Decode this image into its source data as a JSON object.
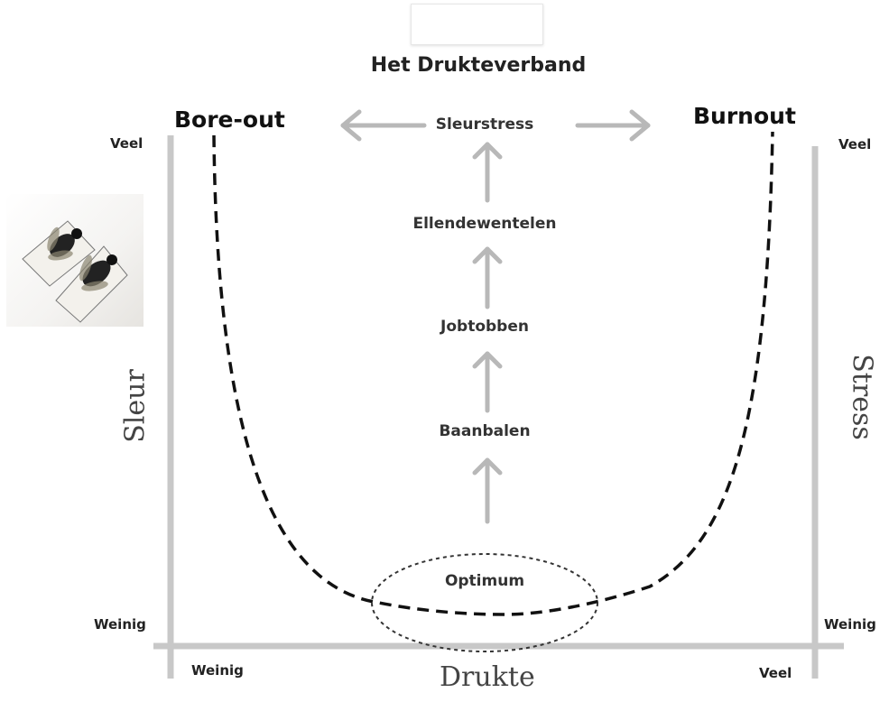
{
  "diagram": {
    "title": "Het Drukteverband",
    "left_extreme": "Bore-out",
    "right_extreme": "Burnout",
    "top_center": "Sleurstress",
    "steps": [
      "Ellendewentelen",
      "Jobtobben",
      "Baanbalen"
    ],
    "bottom_center": "Optimum",
    "left_axis": {
      "label": "Sleur",
      "top": "Veel",
      "bottom": "Weinig"
    },
    "right_axis": {
      "label": "Stress",
      "top": "Veel",
      "bottom": "Weinig"
    },
    "x_axis": {
      "label": "Drukte",
      "left": "Weinig",
      "right": "Veel"
    }
  },
  "photo": {
    "subject": "two flies on a white surface"
  },
  "colors": {
    "axis": "#c8c8c8",
    "arrow": "#b8b8b8",
    "curve": "#111111",
    "text": "#222222"
  }
}
